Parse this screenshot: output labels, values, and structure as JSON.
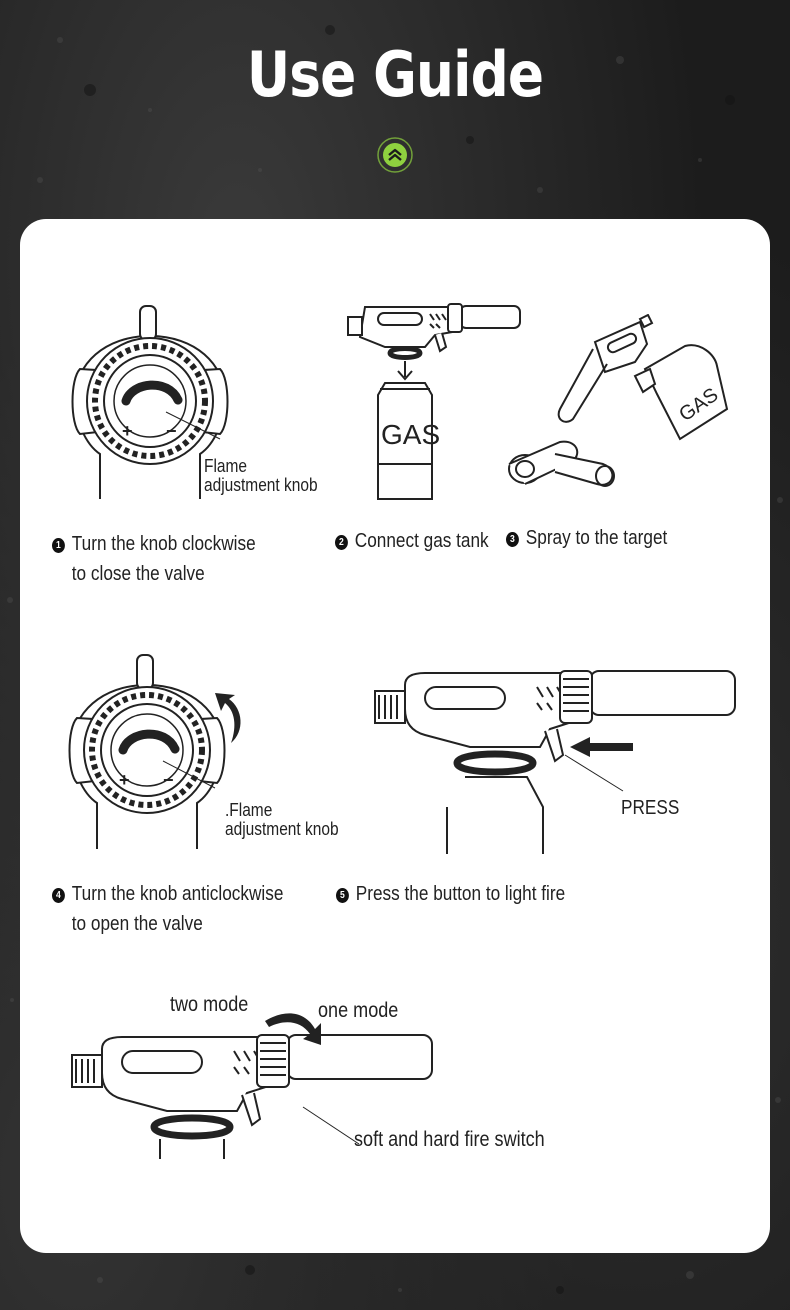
{
  "header": {
    "title": "Use Guide",
    "badge_icon": "chevrons-up-icon",
    "accent_color": "#8fd13f"
  },
  "steps": [
    {
      "number": "1",
      "line1": "Turn the knob clockwise",
      "line2": "to close the valve"
    },
    {
      "number": "2",
      "line1": "Connect gas tank"
    },
    {
      "number": "3",
      "line1": "Spray to the target"
    },
    {
      "number": "4",
      "line1": "Turn the knob anticlockwise",
      "line2": "to open the valve"
    },
    {
      "number": "5",
      "line1": "Press the button to light fire"
    }
  ],
  "annotations": {
    "knob_1_line1": "Flame",
    "knob_1_line2": "adjustment knob",
    "gas_label": "GAS",
    "gas_label_2": "GAS",
    "knob_4_line1": ".Flame",
    "knob_4_line2": "adjustment knob",
    "press": "PRESS",
    "two_mode": "two mode",
    "one_mode": "one mode",
    "fire_switch": "soft and hard fire switch"
  }
}
